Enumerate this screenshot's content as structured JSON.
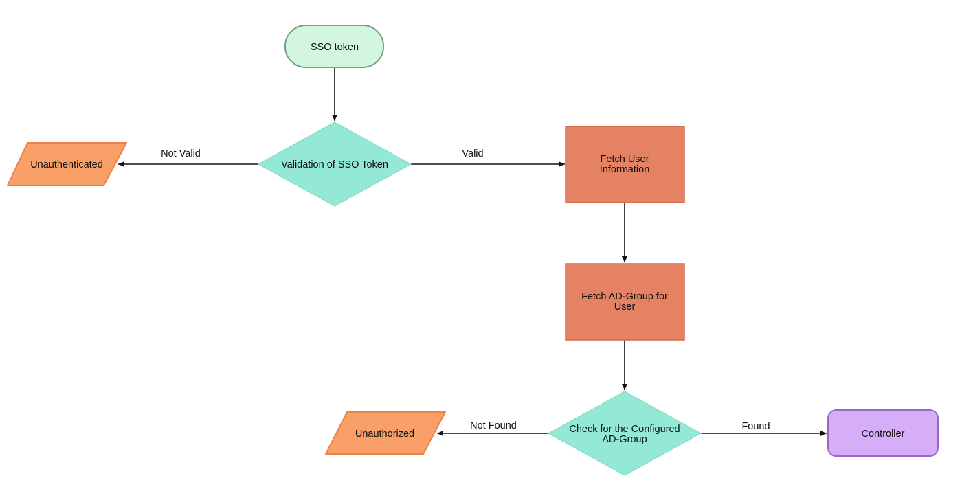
{
  "colors": {
    "start": "#d3f7de",
    "start_border": "#7a9a84",
    "decision": "#93e9d5",
    "process": "#e48263",
    "process_border": "#cf6a48",
    "io": "#f8a068",
    "io_border": "#ea8348",
    "end": "#d6adf7",
    "end_border": "#9d66c6",
    "edge": "#111111"
  },
  "nodes": {
    "sso_token": "SSO token",
    "validation": "Validation of SSO Token",
    "unauthenticated": "Unauthenticated",
    "fetch_user_line1": "Fetch User",
    "fetch_user_line2": "Information",
    "fetch_group_line1": "Fetch AD-Group for",
    "fetch_group_line2": "User",
    "check_group_line1": "Check for the Configured",
    "check_group_line2": "AD-Group",
    "unauthorized": "Unauthorized",
    "controller": "Controller"
  },
  "edges": {
    "not_valid": "Not Valid",
    "valid": "Valid",
    "not_found": "Not Found",
    "found": "Found"
  }
}
